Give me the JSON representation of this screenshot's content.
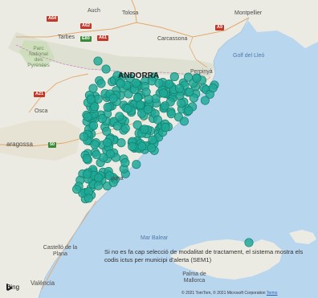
{
  "map": {
    "labels": {
      "auch": "Auch",
      "tolosa": "Tolosa",
      "montpellier": "Montpellier",
      "tarbes": "Tarbes",
      "carcassona": "Carcassona",
      "golf_del_lleo": "Golf del Lleó",
      "park": "Parc National des Pyrénées",
      "andorra": "ANDORRA",
      "perpinya": "Perpinyà",
      "osca": "Osca",
      "saragossa": "aragossa",
      "tarragona": "gona",
      "mar_balear": "Mar Balear",
      "castello": "Castelló de la Plana",
      "palma": "Palma de Mallorca",
      "valencia": "València"
    },
    "shields": {
      "a64": "A64",
      "a61": "A61",
      "a9": "A9",
      "e80": "E80",
      "a62": "A62",
      "a21": "A21",
      "n50": "50"
    },
    "marker_color": "#1fa896",
    "land_color": "#ecebe3",
    "sea_color": "#b9d6ef"
  },
  "message": "Si no es fa cap selecció de modalitat de tractament, el sistema mostra els codis ictus per municipi d'alerta (SEM1)",
  "footer": {
    "bing": "Bing",
    "attribution": "© 2021 TomTom, © 2021 Microsoft Corporation",
    "terms": "Terms"
  }
}
